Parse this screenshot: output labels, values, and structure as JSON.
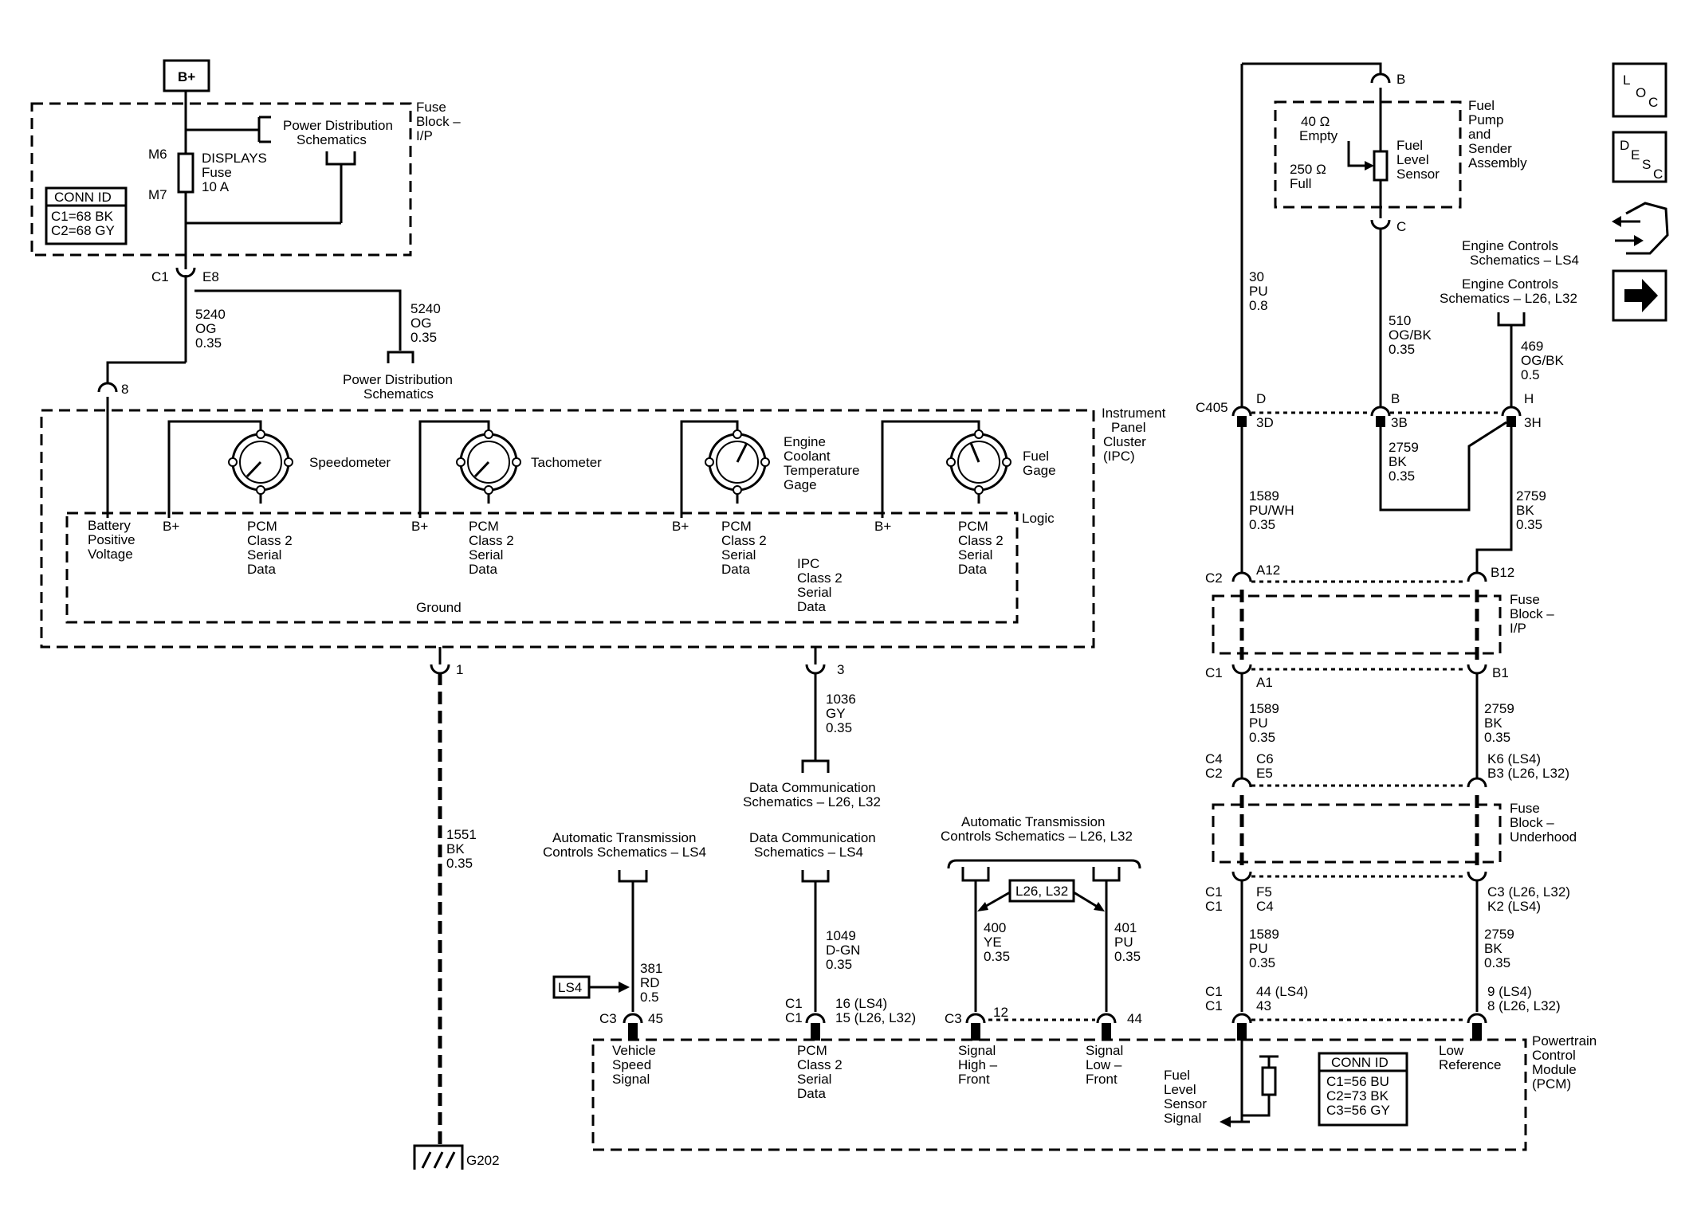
{
  "labels": {
    "bplus_top": "B+",
    "fuse_block_ip": [
      "Fuse",
      "Block –",
      "I/P"
    ],
    "power_dist_1": [
      "Power Distribution",
      "Schematics"
    ],
    "power_dist_2": [
      "Power Distribution",
      "Schematics"
    ],
    "m6": "M6",
    "m7": "M7",
    "displays_fuse": [
      "DISPLAYS",
      "Fuse",
      "10 A"
    ],
    "conn_id_left": [
      "CONN ID",
      "C1=68 BK",
      "C2=68 GY"
    ],
    "c1_e8": [
      "C1",
      "E8"
    ],
    "wire_5240_a": [
      "5240",
      "OG",
      "0.35"
    ],
    "wire_5240_b": [
      "5240",
      "OG",
      "0.35"
    ],
    "pin_8": "8",
    "ipc_title": [
      "Instrument",
      "Panel",
      "Cluster",
      "(IPC)"
    ],
    "speedometer": "Speedometer",
    "tachometer": "Tachometer",
    "ect_gage": [
      "Engine",
      "Coolant",
      "Temperature",
      "Gage"
    ],
    "fuel_gage": [
      "Fuel",
      "Gage"
    ],
    "logic": "Logic",
    "battery_pos": [
      "Battery",
      "Positive",
      "Voltage"
    ],
    "bplus": "B+",
    "pcm_serial": [
      "PCM",
      "Class 2",
      "Serial",
      "Data"
    ],
    "ipc_serial": [
      "IPC",
      "Class 2",
      "Serial",
      "Data"
    ],
    "ground": "Ground",
    "pin_1": "1",
    "pin_3": "3",
    "wire_1036": [
      "1036",
      "GY",
      "0.35"
    ],
    "data_comm_l26": [
      "Data Communication",
      "Schematics – L26, L32"
    ],
    "wire_1551": [
      "1551",
      "BK",
      "0.35"
    ],
    "g202": "G202",
    "atc_ls4": [
      "Automatic Transmission",
      "Controls Schematics – LS4"
    ],
    "data_comm_ls4": [
      "Data Communication",
      "Schematics – LS4"
    ],
    "atc_l26": [
      "Automatic Transmission",
      "Controls Schematics – L26, L32"
    ],
    "l26_l32_tag": "L26, L32",
    "wire_400": [
      "400",
      "YE",
      "0.35"
    ],
    "wire_401": [
      "401",
      "PU",
      "0.35"
    ],
    "wire_1049": [
      "1049",
      "D-GN",
      "0.35"
    ],
    "c1_c1_a": [
      "C1",
      "C1"
    ],
    "pins_16_15": [
      "16 (LS4)",
      "15 (L26, L32)"
    ],
    "ls4_tag": "LS4",
    "wire_381": [
      "381",
      "RD",
      "0.5"
    ],
    "c3_45": [
      "C3",
      "45"
    ],
    "c3_12": [
      "C3",
      "12"
    ],
    "pin_44": "44",
    "vehicle_speed": [
      "Vehicle",
      "Speed",
      "Signal"
    ],
    "pcm_class2": [
      "PCM",
      "Class 2",
      "Serial",
      "Data"
    ],
    "signal_high": [
      "Signal",
      "High –",
      "Front"
    ],
    "signal_low": [
      "Signal",
      "Low –",
      "Front"
    ],
    "fuel_level_sig": [
      "Fuel",
      "Level",
      "Sensor",
      "Signal"
    ],
    "low_ref": [
      "Low",
      "Reference"
    ],
    "conn_id_pcm": [
      "CONN ID",
      "C1=56 BU",
      "C2=73 BK",
      "C3=56 GY"
    ],
    "pcm_title": [
      "Powertrain",
      "Control",
      "Module",
      "(PCM)"
    ],
    "pin_b_top": "B",
    "pin_c_top": "C",
    "fuel_pump_assy": [
      "Fuel",
      "Pump",
      "and",
      "Sender",
      "Assembly"
    ],
    "ohm_40": [
      "40 Ω",
      "Empty"
    ],
    "ohm_250": [
      "250 Ω",
      "Full"
    ],
    "fuel_level_sensor": [
      "Fuel",
      "Level",
      "Sensor"
    ],
    "wire_30": [
      "30",
      "PU",
      "0.8"
    ],
    "wire_510": [
      "510",
      "OG/BK",
      "0.35"
    ],
    "ecs_ls4": [
      "Engine Controls",
      "Schematics – LS4"
    ],
    "ecs_l26": [
      "Engine Controls",
      "Schematics – L26, L32"
    ],
    "wire_469": [
      "469",
      "OG/BK",
      "0.5"
    ],
    "c405": "C405",
    "c405_d": [
      "D",
      "3D"
    ],
    "c405_b": [
      "B",
      "3B"
    ],
    "c405_h": [
      "H",
      "3H"
    ],
    "wire_2759_a": [
      "2759",
      "BK",
      "0.35"
    ],
    "wire_1589_a": [
      "1589",
      "PU/WH",
      "0.35"
    ],
    "wire_2759_b": [
      "2759",
      "BK",
      "0.35"
    ],
    "c2_a12": [
      "C2",
      "A12"
    ],
    "b12": "B12",
    "fuse_block_ip_r": [
      "Fuse",
      "Block –",
      "I/P"
    ],
    "c1_a1": [
      "C1",
      "A1"
    ],
    "b1": "B1",
    "wire_1589_b": [
      "1589",
      "PU",
      "0.35"
    ],
    "wire_2759_c": [
      "2759",
      "BK",
      "0.35"
    ],
    "c4_c2": [
      "C4",
      "C2"
    ],
    "c6_e5": [
      "C6",
      "E5"
    ],
    "k6_b3": [
      "K6 (LS4)",
      "B3 (L26, L32)"
    ],
    "fuse_block_uh": [
      "Fuse",
      "Block –",
      "Underhood"
    ],
    "c1_c1_b": [
      "C1",
      "C1"
    ],
    "f5_c4": [
      "F5",
      "C4"
    ],
    "c3_k2": [
      "C3 (L26, L32)",
      "K2 (LS4)"
    ],
    "wire_1589_c": [
      "1589",
      "PU",
      "0.35"
    ],
    "wire_2759_d": [
      "2759",
      "BK",
      "0.35"
    ],
    "c1_c1_c": [
      "C1",
      "C1"
    ],
    "pins_44_43": [
      "44 (LS4)",
      "43"
    ],
    "pins_9_8": [
      "9 (LS4)",
      "8 (L26, L32)"
    ]
  },
  "sidebar": {
    "loc": [
      "L",
      "O",
      "C"
    ],
    "desc": [
      "D",
      "E",
      "S",
      "C"
    ],
    "icons": [
      "connector-icon",
      "next-arrow-icon"
    ]
  }
}
